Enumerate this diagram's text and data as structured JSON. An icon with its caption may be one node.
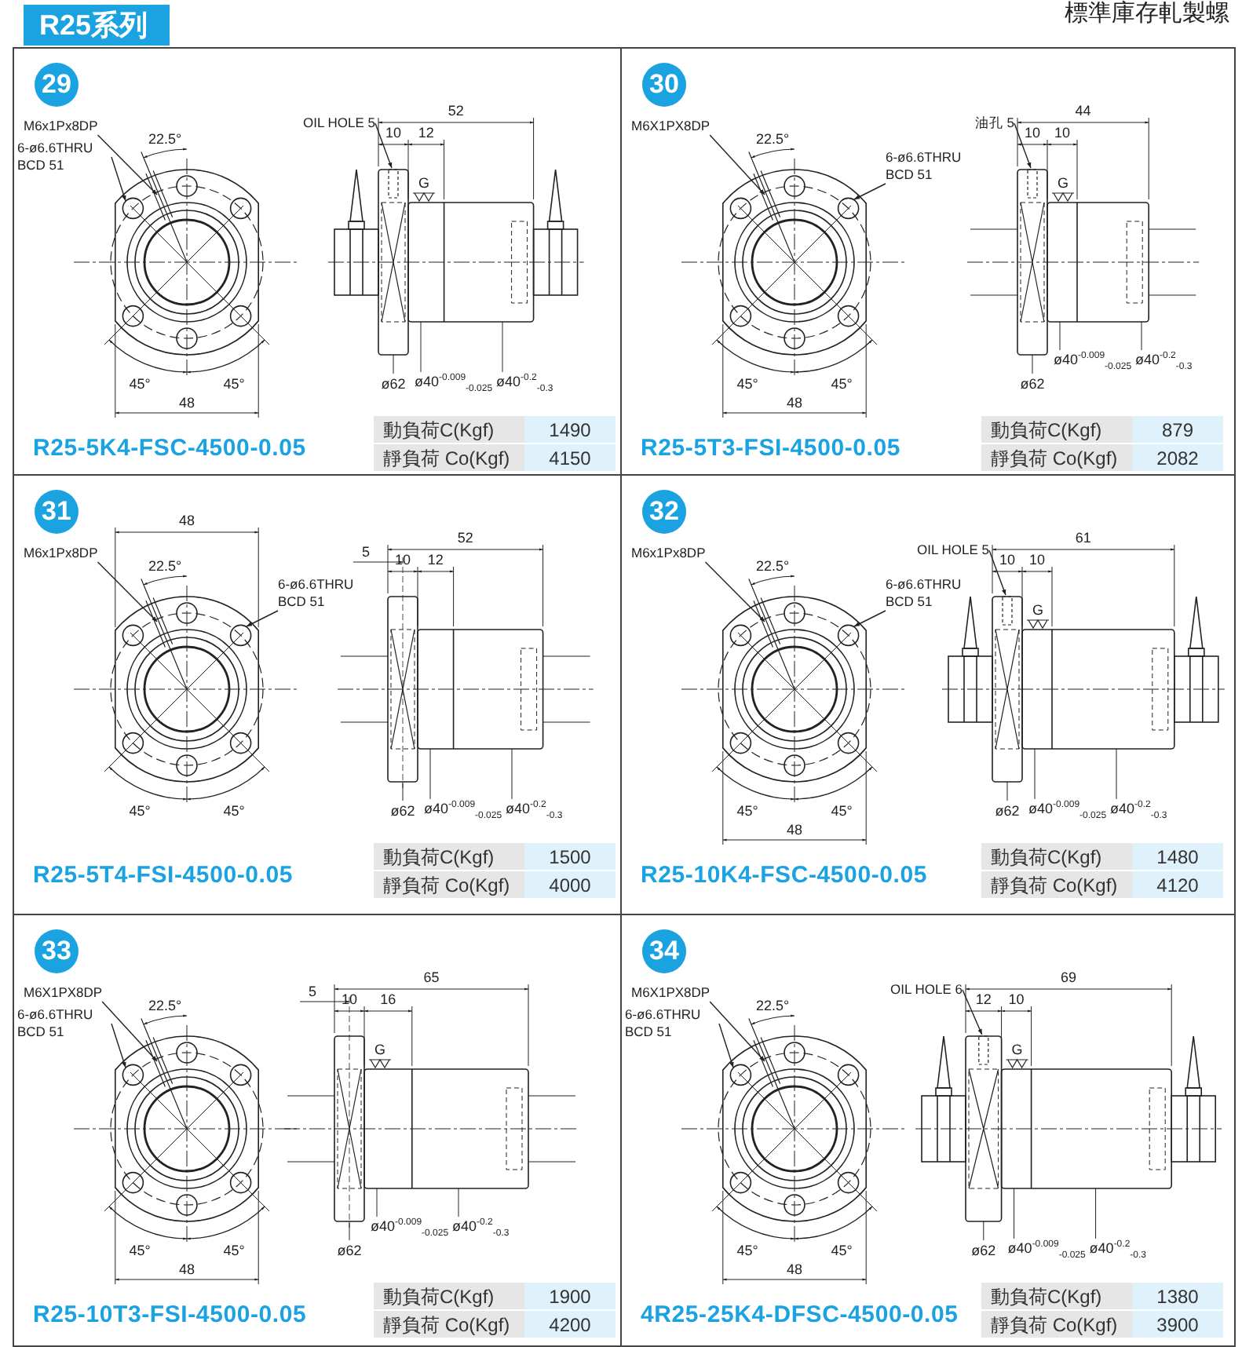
{
  "diagram": {
    "title": "R25系列",
    "nodes": [
      {
        "text": [
          "29",
          "R25-5K4-FSC-4500-0.05"
        ]
      },
      {
        "text": [
          "M6x1Px8DP"
        ],
        "in": 0
      },
      {
        "text": [
          "6-ø6.6THRU BCD 51"
        ],
        "in": 0
      },
      {
        "text": [
          "OIL HOLE 5"
        ],
        "in": 0
      },
      {
        "text": [
          "30",
          "R25-5T3-FSI-4500-0.05"
        ]
      },
      {
        "text": [
          "M6X1PX8DP"
        ],
        "in": 4
      },
      {
        "text": [
          "6-ø6.6THRU BCD 51"
        ],
        "in": 4
      },
      {
        "text": [
          "油孔 5"
        ],
        "in": 4
      },
      {
        "text": [
          "31",
          "R25-5T4-FSI-4500-0.05"
        ]
      },
      {
        "text": [
          "M6x1Px8DP"
        ],
        "in": 8
      },
      {
        "text": [
          "6-ø6.6THRU BCD 51"
        ],
        "in": 8
      },
      {
        "text": [
          "32",
          "R25-10K4-FSC-4500-0.05"
        ]
      },
      {
        "text": [
          "M6x1Px8DP"
        ],
        "in": 11
      },
      {
        "text": [
          "6-ø6.6THRU BCD 51"
        ],
        "in": 11
      },
      {
        "text": [
          "OIL HOLE 5"
        ],
        "in": 11
      },
      {
        "text": [
          "33",
          "R25-10T3-FSI-4500-0.05"
        ]
      },
      {
        "text": [
          "M6X1PX8DP"
        ],
        "in": 15
      },
      {
        "text": [
          "6-ø6.6THRU BCD 51"
        ],
        "in": 15
      },
      {
        "text": [
          "34",
          "4R25-25K4-DFSC-4500-0.05"
        ]
      },
      {
        "text": [
          "M6X1PX8DP"
        ],
        "in": 18
      },
      {
        "text": [
          "6-ø6.6THRU BCD 51"
        ],
        "in": 18
      },
      {
        "text": [
          "OIL HOLE 6"
        ],
        "in": 18
      }
    ],
    "edges": [
      {
        "from": 1,
        "to": null,
        "arrow": "to"
      },
      {
        "from": 2,
        "to": null,
        "arrow": "to"
      },
      {
        "from": 3,
        "to": null,
        "arrow": "to"
      },
      {
        "from": 5,
        "to": null,
        "arrow": "to"
      },
      {
        "from": 6,
        "to": null,
        "arrow": "to"
      },
      {
        "from": 7,
        "to": null,
        "arrow": "to"
      },
      {
        "from": 9,
        "to": null,
        "arrow": "to"
      },
      {
        "from": 10,
        "to": null,
        "arrow": "to"
      },
      {
        "from": 12,
        "to": null,
        "arrow": "to"
      },
      {
        "from": 13,
        "to": null,
        "arrow": "to"
      },
      {
        "from": 14,
        "to": null,
        "arrow": "to"
      },
      {
        "from": 16,
        "to": null,
        "arrow": "to"
      },
      {
        "from": 17,
        "to": null,
        "arrow": "to"
      },
      {
        "from": 19,
        "to": null,
        "arrow": "to"
      },
      {
        "from": 20,
        "to": null,
        "arrow": "to"
      },
      {
        "from": 21,
        "to": null,
        "arrow": "to"
      }
    ],
    "labels": [
      "標準庫存軋製螺",
      "52",
      "10",
      "12",
      "22.5°",
      "G",
      "45°",
      "45°",
      "48",
      "ø62",
      "ø40$^{-0.009}$$_{-0.025}$",
      "ø40$^{-0.2}$$_{-0.3}$",
      "動負荷C(Kgf)",
      "1490",
      "靜負荷 Co(Kgf)",
      "4150",
      "44",
      "10",
      "10",
      "22.5°",
      "G",
      "45°",
      "45°",
      "48",
      "ø40$^{-0.009}$$_{-0.025}$",
      "ø40$^{-0.2}$$_{-0.3}$",
      "ø62",
      "動負荷C(Kgf)",
      "879",
      "靜負荷 Co(Kgf)",
      "2082",
      "52",
      "48",
      "10",
      "12",
      "5",
      "22.5°",
      "45°",
      "45°",
      "ø62",
      "ø40$^{-0.009}$$_{-0.025}$",
      "ø40$^{-0.2}$$_{-0.3}$",
      "動負荷C(Kgf)",
      "1500",
      "靜負荷 Co(Kgf)",
      "4000",
      "61",
      "10",
      "10",
      "22.5°",
      "G",
      "45°",
      "45°",
      "48",
      "ø62",
      "ø40$^{-0.009}$$_{-0.025}$",
      "ø40$^{-0.2}$$_{-0.3}$",
      "動負荷C(Kgf)",
      "1480",
      "靜負荷 Co(Kgf)",
      "4120",
      "65",
      "10",
      "16",
      "5",
      "22.5°",
      "G",
      "45°",
      "45°",
      "48",
      "ø40$^{-0.009}$$_{-0.025}$",
      "ø40$^{-0.2}$$_{-0.3}$",
      "ø62",
      "動負荷C(Kgf)",
      "1900",
      "靜負荷 Co(Kgf)",
      "4200",
      "69",
      "12",
      "10",
      "22.5°",
      "G",
      "45°",
      "45°",
      "48",
      "ø62",
      "ø40$^{-0.009}$$_{-0.025}$",
      "ø40$^{-0.2}$$_{-0.3}$",
      "動負荷C(Kgf)",
      "1380",
      "靜負荷 Co(Kgf)",
      "3900"
    ]
  }
}
